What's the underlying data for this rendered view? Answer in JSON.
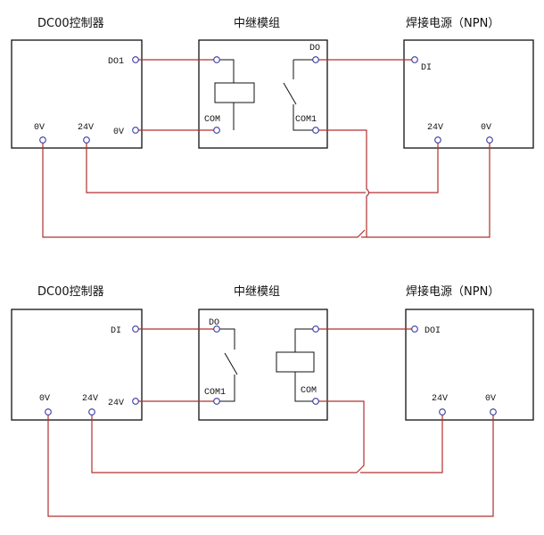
{
  "diagrams": [
    {
      "controller": {
        "title": "DC00控制器",
        "port_top": "DO1",
        "port_mid": "0V",
        "bottom_left": "0V",
        "bottom_right": "24V"
      },
      "relay": {
        "title": "中继模组",
        "left_top": "",
        "left_bottom": "COM",
        "right_top": "DO",
        "right_bottom": "COM1"
      },
      "power": {
        "title": "焊接电源（NPN）",
        "port_top": "DI",
        "bottom_left": "24V",
        "bottom_right": "0V"
      }
    },
    {
      "controller": {
        "title": "DC00控制器",
        "port_top": "DI",
        "port_mid": "24V",
        "bottom_left": "0V",
        "bottom_right": "24V"
      },
      "relay": {
        "title": "中继模组",
        "left_top": "DO",
        "left_bottom": "COM1",
        "right_top": "",
        "right_bottom": "COM"
      },
      "power": {
        "title": "焊接电源（NPN）",
        "port_top": "DOI",
        "bottom_left": "24V",
        "bottom_right": "0V"
      }
    }
  ]
}
